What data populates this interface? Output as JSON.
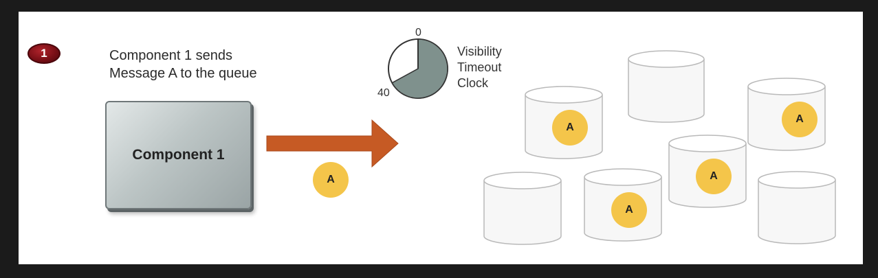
{
  "step": {
    "number": "1",
    "lines": [
      "Component 1 sends",
      "Message A to the queue"
    ]
  },
  "component": {
    "label": "Component 1"
  },
  "message_token": {
    "label": "A"
  },
  "clock": {
    "tick_top": "0",
    "tick_left": "40",
    "title_lines": [
      "Visibility",
      "Timeout",
      "Clock"
    ],
    "elapsed_fraction": 0.67
  },
  "queue_servers": [
    {
      "has_message": false,
      "label": ""
    },
    {
      "has_message": true,
      "label": "A"
    },
    {
      "has_message": true,
      "label": "A"
    },
    {
      "has_message": true,
      "label": "A"
    },
    {
      "has_message": false,
      "label": ""
    },
    {
      "has_message": true,
      "label": "A"
    },
    {
      "has_message": false,
      "label": ""
    }
  ],
  "colors": {
    "badge": "#7a0f16",
    "arrow": "#c65a24",
    "token": "#f4c54a",
    "clock_fill": "#7f918d",
    "component": "#b3bdbd"
  }
}
